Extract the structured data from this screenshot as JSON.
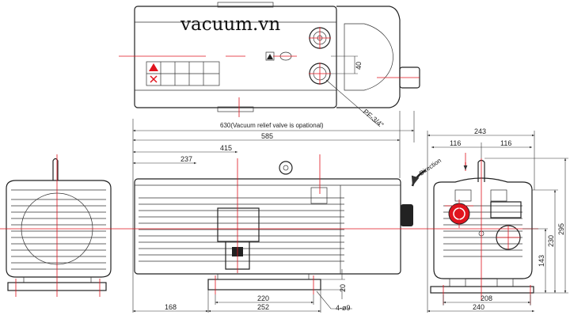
{
  "watermark": "vacuum.vn",
  "colors": {
    "centerline": "#e0141e",
    "outline": "#222222"
  },
  "top_view": {
    "dim_40": "40",
    "port_thread": "PF-3/4\"",
    "dim_630": "630(Vacuum relief valve is opational)"
  },
  "side_view": {
    "dim_585": "585",
    "dim_415": "415",
    "dim_237": "237",
    "dim_20": "20",
    "dim_220": "220",
    "dim_252": "252",
    "dim_168": "168",
    "holes": "4-ø9"
  },
  "end_view": {
    "dim_243": "243",
    "dim_116_left": "116",
    "dim_116_right": "116",
    "direction": "Direction",
    "dim_295": "295",
    "dim_230": "230",
    "dim_143": "143",
    "dim_208": "208",
    "dim_240": "240"
  }
}
